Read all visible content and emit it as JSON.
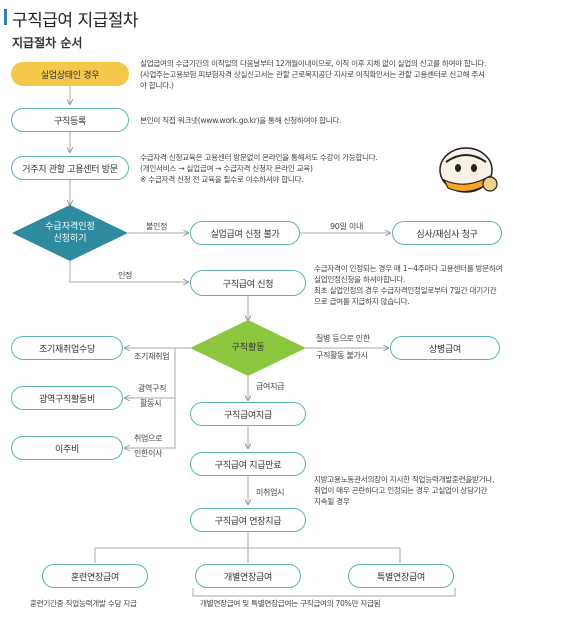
{
  "header": {
    "title": "구직급여 지급절차",
    "subtitle": "지급절차 순서"
  },
  "colors": {
    "accent": "#2b7fc4",
    "box_border": "#5fb3b8",
    "yellow": "#f4c84a",
    "decision_blue": "#2e8a9e",
    "decision_green": "#8dc63f",
    "line": "#aaaaaa"
  },
  "steps": {
    "unemployed": "실업상태인 경우",
    "register": "구직등록",
    "visit": "거주지 관할 고용센터 방문",
    "recognition": "수급자격인정\n신청하기",
    "not_eligible": "실업급여 신청 불가",
    "review": "심사/재심사 청구",
    "apply": "구직급여 신청",
    "job_activity": "구직활동",
    "sick_benefit": "상병급여",
    "early_reemploy": "조기재취업수당",
    "wide_search": "광역구직활동비",
    "relocation": "이주비",
    "benefit_pay": "구직급여지급",
    "benefit_end": "구직급여 지급만료",
    "extension": "구직급여 연장지급",
    "training_ext": "훈련연장급여",
    "individual_ext": "개별연장급여",
    "special_ext": "특별연장급여"
  },
  "descriptions": {
    "unemployed_1": "실업급여의 수급기간의 이직일의 다음날부터 12개월이내이므로, 이직 이후 지체 없이 실업의 신고를 하여야 합니다.",
    "unemployed_2": "(사업주는고용보험 피보험자격 상실신고서는 관할 근로복지공단 지사로 이직확인서는 관할 고용센터로 신고해 주셔",
    "unemployed_3": "야 합니다.)",
    "register_1": "본인이 직접 워크넷(www.work.go.kr)을 통해 신청하여야 합니다.",
    "visit_1": "수급자격 신청교육은 고용센터 방문없이 온라인을 통해서도 수강이 가능합니다.",
    "visit_2": "(개인서비스 → 실업급여 → 수급자격 신청자 온라인 교육)",
    "visit_3": "※ 수급자격 신청 전 교육을 필수로 이수하셔야 합니다.",
    "apply_1": "수급자격이 인정되는 경우 매 1~4주마다 고용센터를 방문하여",
    "apply_2": "실업인정신청을 하셔야합니다.",
    "apply_3": "최초 실업인정의 경우 수급자격인정일로부터 7일간 대기기간",
    "apply_4": "으로 급여를 지급하지 않습니다.",
    "extension_1": "지방고용노동관서의장이 지시한 직업능력개발훈련을받거나,",
    "extension_2": "취업이 매우 곤란하다고 인정되는 경우 고실업이 상당기간",
    "extension_3": "지속될 경우",
    "training_note": "훈련기간중 직업능력개발 수당 지급",
    "ext_note": "개별연장급여 및 특별연장급여는 구직급여의 70%만 지급됨"
  },
  "labels": {
    "not_recognized": "불인정",
    "within_90": "90일 이내",
    "recognized": "인정",
    "sick_1": "질병 등으로 인한",
    "sick_2": "구직활동 불가시",
    "early_reemploy": "조기재취업",
    "wide_1": "광역구직",
    "wide_2": "활동시",
    "relocate_1": "취업으로",
    "relocate_2": "인한이사",
    "pay": "급여지급",
    "unpaid": "미취업시"
  }
}
